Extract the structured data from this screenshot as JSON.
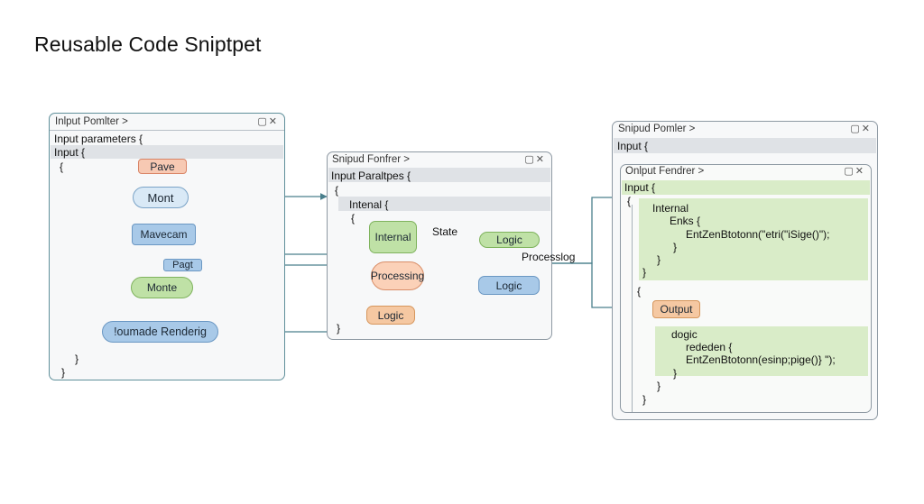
{
  "title": "Reusable Code Sniptpet",
  "panel1": {
    "header": "Inlput Pomlter >",
    "controls": "▢✕",
    "line1": "Input parameters {",
    "line2": "Input {",
    "line3": "{",
    "nodes": {
      "pave": "Pave",
      "mont": "Mont",
      "mavecam": "Mavecam",
      "pagt": "Pagt",
      "monte": "Monte",
      "rendering": "!oumade Renderig"
    },
    "close1": "}",
    "close2": "}"
  },
  "panel2": {
    "header": "Snipud Fonfrer >",
    "controls": "▢✕",
    "line1": "Input Paraltpes {",
    "line2": "{",
    "line3": "Intenal {",
    "line4": "{",
    "nodes": {
      "internal": "Internal",
      "processing": "Processing",
      "logic_bottom": "Logic",
      "logic_right_top": "Logic",
      "logic_right_mid": "Logic"
    },
    "label_state": "State",
    "label_processlog": "Processlog",
    "close": "}"
  },
  "panel3": {
    "header": "Snipud Pomler >",
    "controls": "▢✕",
    "line1": "Input {",
    "inner": {
      "header": "Onlput Fendrer >",
      "controls": "▢✕",
      "line1": "Input {",
      "brace_open": "{",
      "code_a": [
        "Internal",
        "Enks {",
        "EntZenBtotonn(\"etri(\"iSige()\");",
        "}",
        "}",
        "}"
      ],
      "brace2": "{",
      "output": "Output",
      "code_b": [
        "dogic",
        "rededen {",
        "EntZenBtotonn(esinp;pige()} \");",
        "}",
        "}",
        "}"
      ]
    }
  },
  "colors": {
    "wire": "#4a7f8c",
    "orange": "#f7c9b3",
    "blue": "#a8c9e8",
    "green": "#bfe1a6",
    "highlight_green": "#d9ecc8"
  }
}
